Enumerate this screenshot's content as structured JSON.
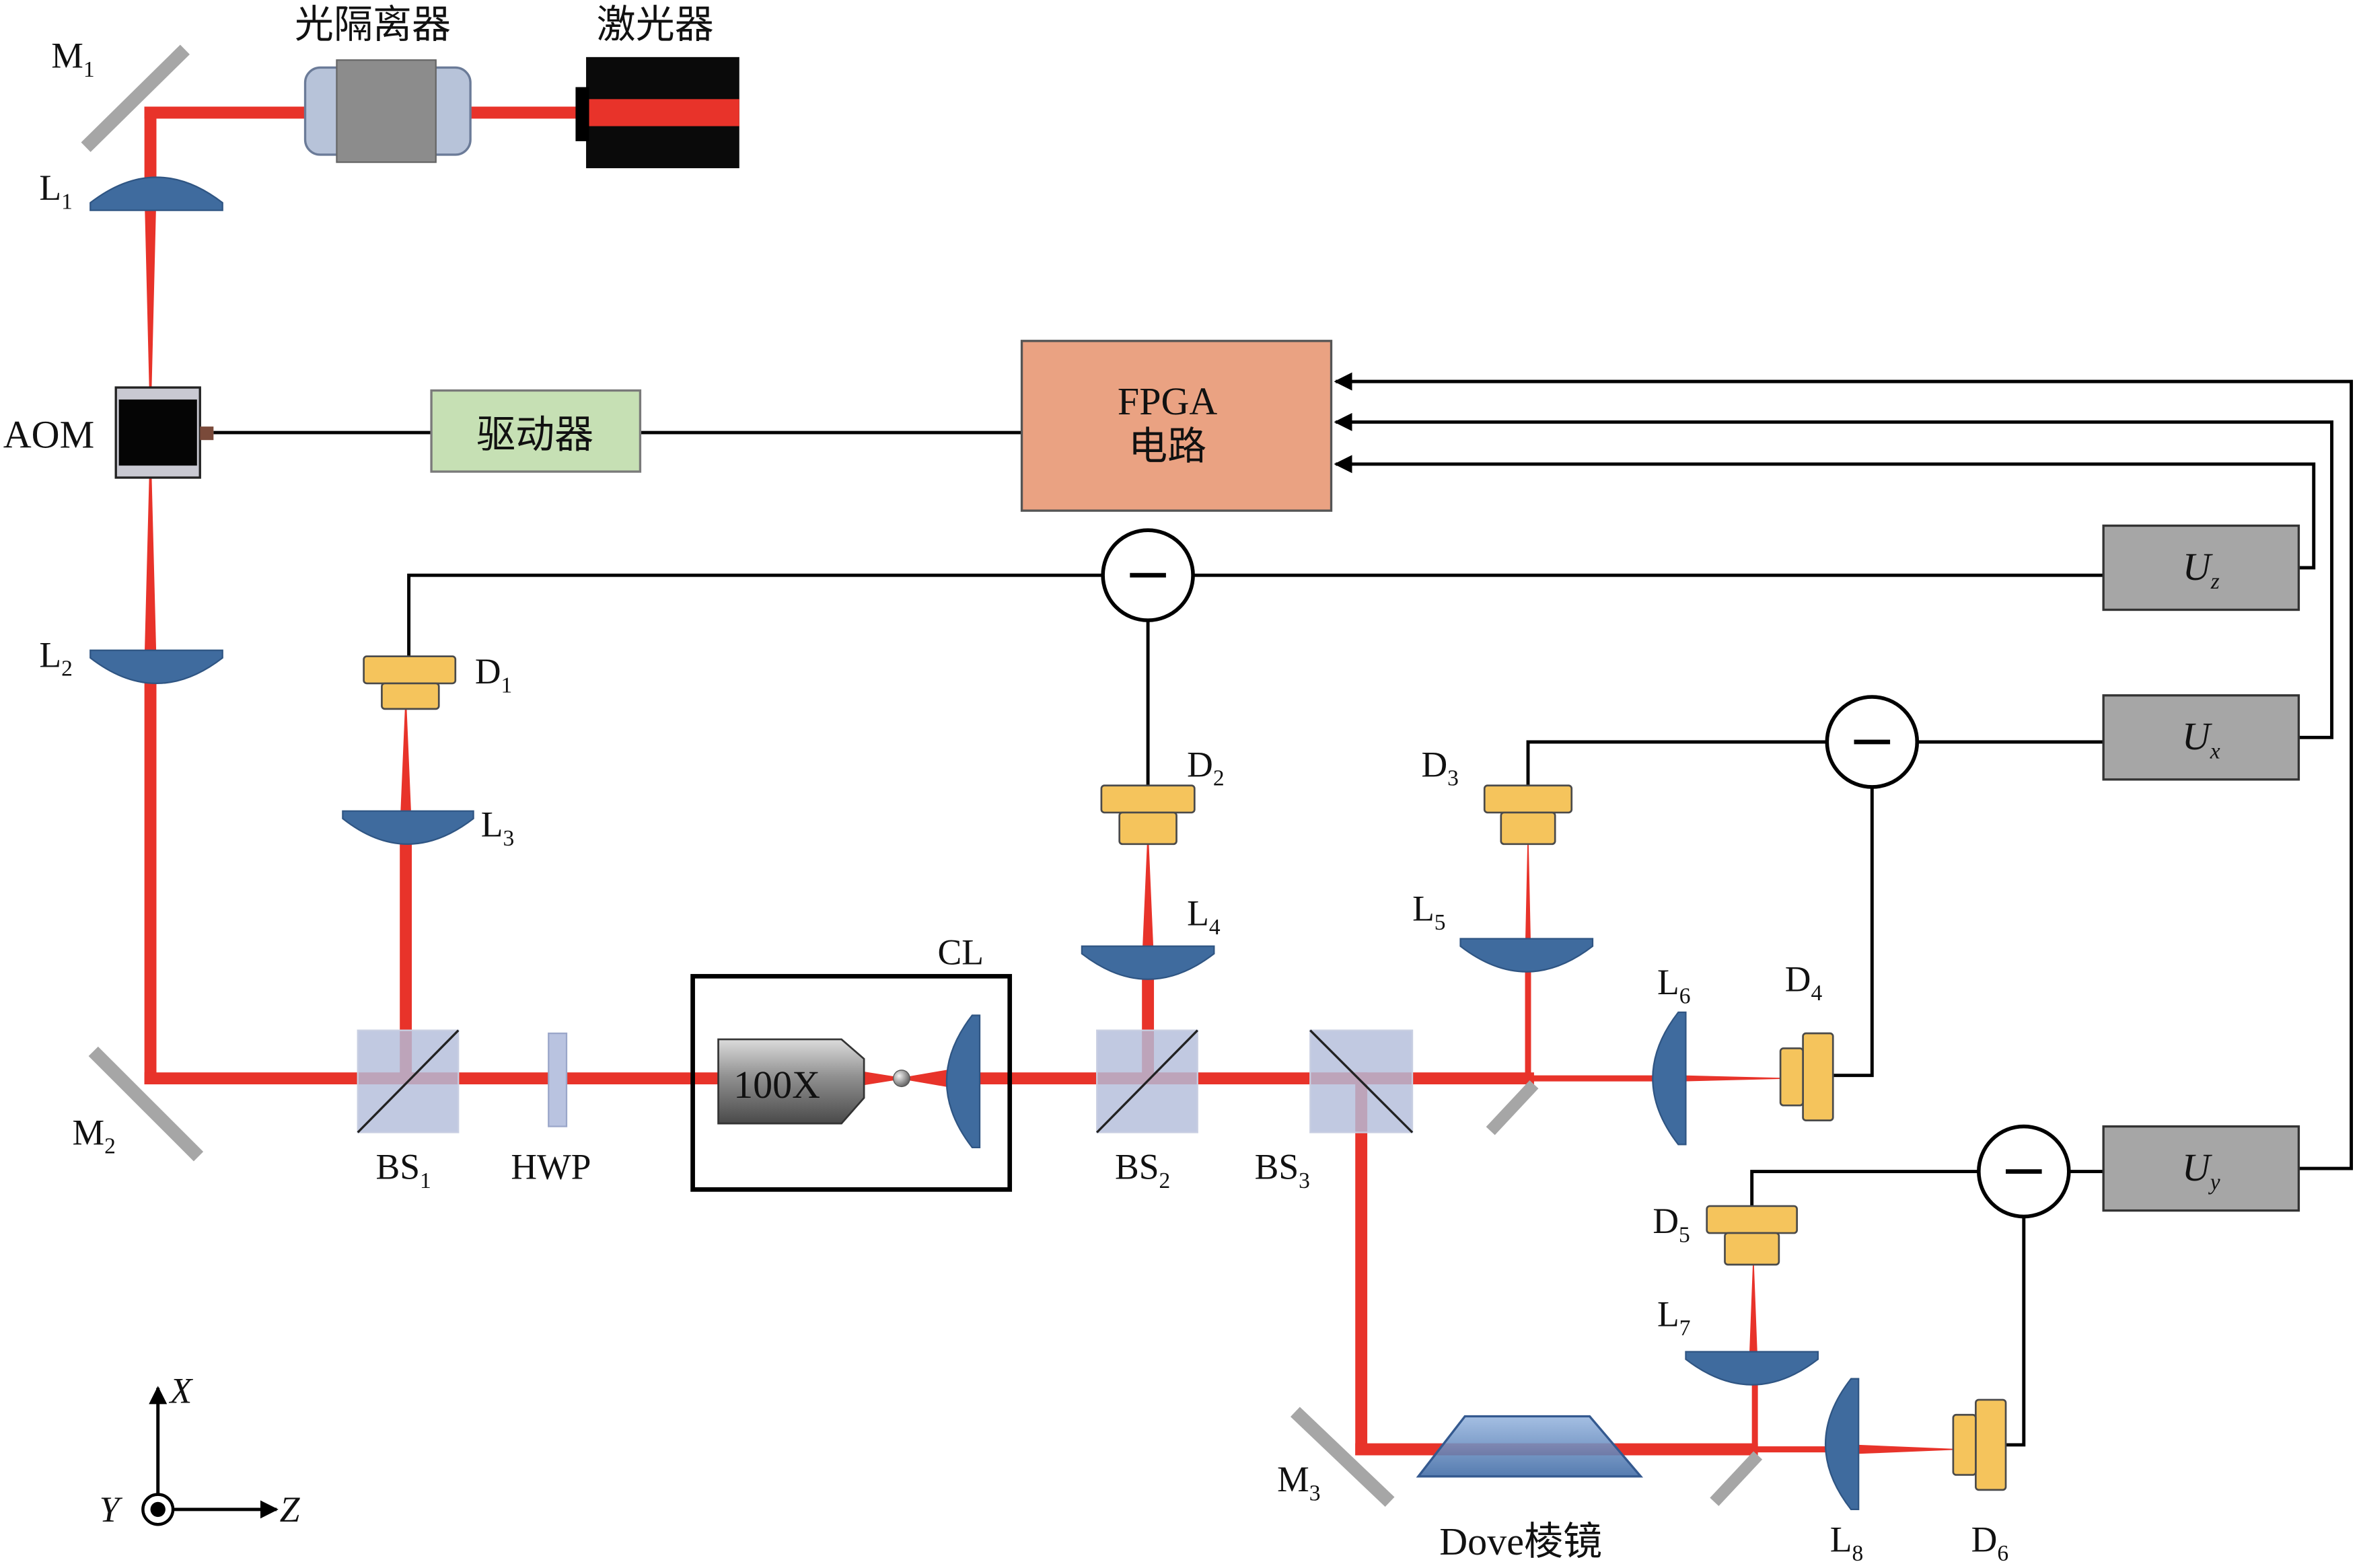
{
  "diagram": {
    "isolator_label": "光隔离器",
    "laser_label": "激光器",
    "aom_label": "AOM",
    "driver_label": "驱动器",
    "fpga_label_line1": "FPGA",
    "fpga_label_line2": "电路",
    "objective_label": "100X",
    "cl_label": "CL",
    "hwp_label": "HWP",
    "dove_label": "Dove棱镜"
  },
  "mirrors": {
    "m1": {
      "letter": "M",
      "index": "1"
    },
    "m2": {
      "letter": "M",
      "index": "2"
    },
    "m3": {
      "letter": "M",
      "index": "3"
    }
  },
  "lenses": {
    "l1": {
      "letter": "L",
      "index": "1"
    },
    "l2": {
      "letter": "L",
      "index": "2"
    },
    "l3": {
      "letter": "L",
      "index": "3"
    },
    "l4": {
      "letter": "L",
      "index": "4"
    },
    "l5": {
      "letter": "L",
      "index": "5"
    },
    "l6": {
      "letter": "L",
      "index": "6"
    },
    "l7": {
      "letter": "L",
      "index": "7"
    },
    "l8": {
      "letter": "L",
      "index": "8"
    }
  },
  "beam_splitters": {
    "bs1": {
      "letter": "BS",
      "index": "1"
    },
    "bs2": {
      "letter": "BS",
      "index": "2"
    },
    "bs3": {
      "letter": "BS",
      "index": "3"
    }
  },
  "detectors": {
    "d1": {
      "letter": "D",
      "index": "1"
    },
    "d2": {
      "letter": "D",
      "index": "2"
    },
    "d3": {
      "letter": "D",
      "index": "3"
    },
    "d4": {
      "letter": "D",
      "index": "4"
    },
    "d5": {
      "letter": "D",
      "index": "5"
    },
    "d6": {
      "letter": "D",
      "index": "6"
    }
  },
  "signals": {
    "uz": {
      "letter": "U",
      "index": "z"
    },
    "ux": {
      "letter": "U",
      "index": "x"
    },
    "uy": {
      "letter": "U",
      "index": "y"
    }
  },
  "axes": {
    "x": "X",
    "y": "Y",
    "z": "Z"
  },
  "colors": {
    "beam": "#e8332a",
    "lens": "#3f6b9e",
    "detector": "#f5c45c",
    "beam_splitter": "#b3bddb",
    "fpga": "#eaa282",
    "driver": "#c6e0b4",
    "signal_box": "#a6a6a6",
    "mirror": "#a6a6a6"
  }
}
